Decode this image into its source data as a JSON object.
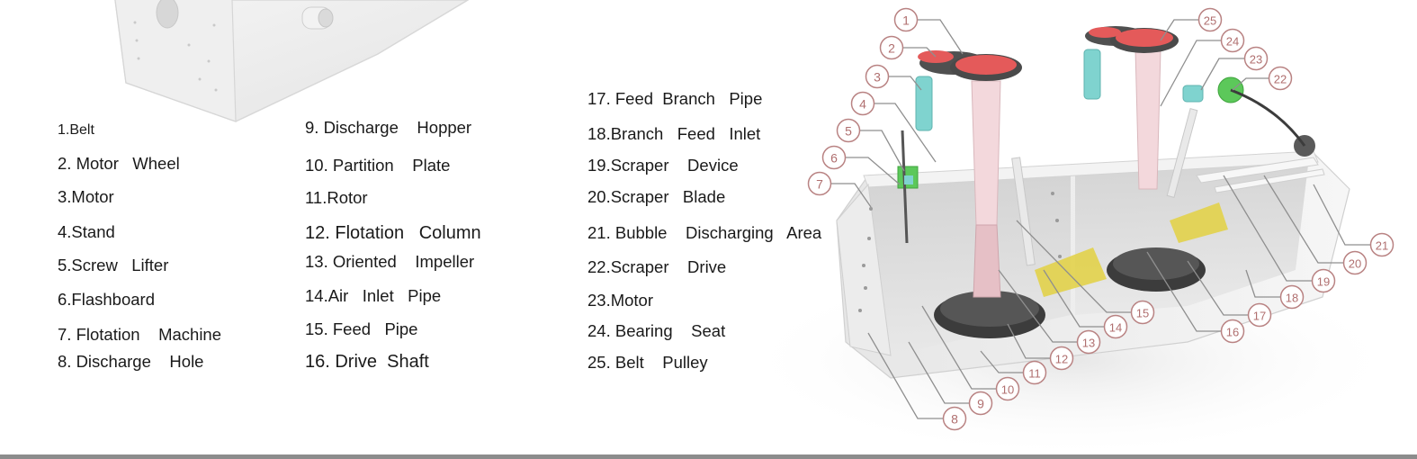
{
  "legend": {
    "column_1": [
      {
        "text": "1.Belt"
      },
      {
        "text": "2. Motor   Wheel"
      },
      {
        "text": "3.Motor"
      },
      {
        "text": "4.Stand"
      },
      {
        "text": "5.Screw   Lifter"
      },
      {
        "text": "6.Flashboard"
      },
      {
        "text": "7. Flotation    Machine"
      },
      {
        "text": "8. Discharge    Hole"
      }
    ],
    "column_2": [
      {
        "text": "9. Discharge    Hopper"
      },
      {
        "text": "10. Partition    Plate"
      },
      {
        "text": "11.Rotor"
      },
      {
        "text": "12. Flotation   Column"
      },
      {
        "text": "13. Oriented    Impeller"
      },
      {
        "text": "14.Air   Inlet   Pipe"
      },
      {
        "text": "15. Feed   Pipe"
      },
      {
        "text": "16. Drive  Shaft"
      }
    ],
    "column_3": [
      {
        "text": "17. Feed  Branch   Pipe"
      },
      {
        "text": "18.Branch   Feed   Inlet"
      },
      {
        "text": "19.Scraper    Device"
      },
      {
        "text": "20.Scraper   Blade"
      },
      {
        "text": "21. Bubble    Discharging   Area"
      },
      {
        "text": "22.Scraper    Drive"
      },
      {
        "text": "23.Motor"
      },
      {
        "text": "24. Bearing    Seat"
      },
      {
        "text": "25. Belt    Pulley"
      }
    ]
  },
  "callouts": [
    "1",
    "2",
    "3",
    "4",
    "5",
    "6",
    "7",
    "8",
    "9",
    "10",
    "11",
    "12",
    "13",
    "14",
    "15",
    "16",
    "17",
    "18",
    "19",
    "20",
    "21",
    "22",
    "23",
    "24",
    "25"
  ],
  "colors": {
    "callout_stroke": "#b98383",
    "callout_text": "#b06f6f",
    "machine_body": "#e9e9e9",
    "pulley_red": "#e45a5a",
    "motor_cyan": "#7fd3cf",
    "drive_green": "#5cc85a",
    "pipe_yellow": "#e2d24a",
    "column_pink": "#f3d8dc"
  }
}
